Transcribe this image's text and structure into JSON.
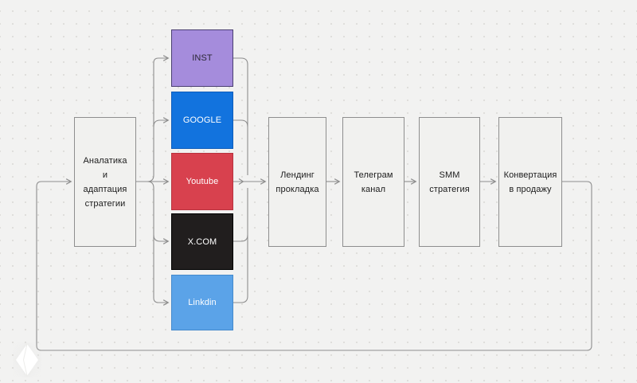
{
  "canvas": {
    "background_color": "#f2f2f1",
    "dot_color": "#dfdedc"
  },
  "diagram": {
    "connector_color": "#8e8e8e",
    "nodes": [
      {
        "id": "analytics",
        "label": "Аналатика и адаптация стратегии",
        "fill": "#f1f1ef",
        "text_color": "#1c1c1c",
        "border_color": "#8e8e8e"
      },
      {
        "id": "inst",
        "label": "INST",
        "fill": "#a58cdc",
        "text_color": "#2b2735",
        "border_color": "#4a3f72"
      },
      {
        "id": "google",
        "label": "GOOGLE",
        "fill": "#1273de",
        "text_color": "#ffffff",
        "border_color": "#0d5cba"
      },
      {
        "id": "youtube",
        "label": "Youtube",
        "fill": "#d8414e",
        "text_color": "#ffffff",
        "border_color": "#b8323f"
      },
      {
        "id": "xcom",
        "label": "X.COM",
        "fill": "#211e1e",
        "text_color": "#ffffff",
        "border_color": "#000000"
      },
      {
        "id": "linkdin",
        "label": "Linkdin",
        "fill": "#5ba3e8",
        "text_color": "#ffffff",
        "border_color": "#4489cc"
      },
      {
        "id": "landing",
        "label": "Лендинг прокладка",
        "fill": "#f1f1ef",
        "text_color": "#1c1c1c",
        "border_color": "#8e8e8e"
      },
      {
        "id": "telegram",
        "label": "Телеграм канал",
        "fill": "#f1f1ef",
        "text_color": "#1c1c1c",
        "border_color": "#8e8e8e"
      },
      {
        "id": "smm",
        "label": "SMM стратегия",
        "fill": "#f1f1ef",
        "text_color": "#1c1c1c",
        "border_color": "#8e8e8e"
      },
      {
        "id": "conversion",
        "label": "Конвертация в продажу",
        "fill": "#f1f1ef",
        "text_color": "#1c1c1c",
        "border_color": "#8e8e8e"
      }
    ],
    "edges": [
      {
        "from": "analytics",
        "to": "inst"
      },
      {
        "from": "analytics",
        "to": "google"
      },
      {
        "from": "analytics",
        "to": "youtube"
      },
      {
        "from": "analytics",
        "to": "xcom"
      },
      {
        "from": "analytics",
        "to": "linkdin"
      },
      {
        "from": "inst",
        "to": "landing"
      },
      {
        "from": "google",
        "to": "landing"
      },
      {
        "from": "youtube",
        "to": "landing"
      },
      {
        "from": "xcom",
        "to": "landing"
      },
      {
        "from": "linkdin",
        "to": "landing"
      },
      {
        "from": "landing",
        "to": "telegram"
      },
      {
        "from": "telegram",
        "to": "smm"
      },
      {
        "from": "smm",
        "to": "conversion"
      },
      {
        "from": "conversion",
        "to": "analytics"
      }
    ],
    "logo": {
      "icon": "white-diamond-gem"
    }
  }
}
